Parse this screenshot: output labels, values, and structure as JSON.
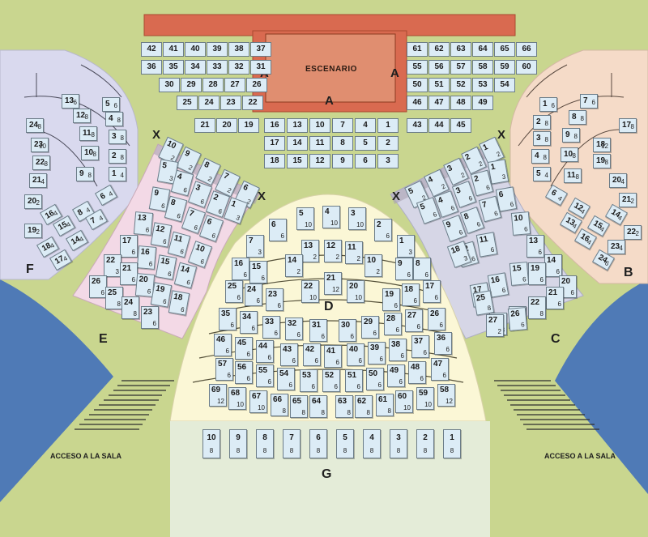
{
  "stage": {
    "title": "ESCENARIO",
    "aisle_marks": [
      "A",
      "A",
      "A"
    ]
  },
  "entrances": {
    "left": "ACCESO A LA SALA",
    "right": "ACCESO A LA SALA"
  },
  "labels": {
    "B": "B",
    "C": "C",
    "D": "D",
    "E": "E",
    "F": "F",
    "G": "G"
  },
  "x_mark": "X",
  "stage_rows": {
    "left": [
      [
        "42",
        "41",
        "40",
        "39",
        "38",
        "37"
      ],
      [
        "36",
        "35",
        "34",
        "33",
        "32",
        "31"
      ],
      [
        "30",
        "29",
        "28",
        "27",
        "26"
      ],
      [
        "25",
        "24",
        "23",
        "22"
      ],
      [
        "21",
        "20",
        "19"
      ]
    ],
    "right": [
      [
        "61",
        "62",
        "63",
        "64",
        "65",
        "66"
      ],
      [
        "55",
        "56",
        "57",
        "58",
        "59",
        "60"
      ],
      [
        "50",
        "51",
        "52",
        "53",
        "54"
      ],
      [
        "46",
        "47",
        "48",
        "49"
      ],
      [
        "43",
        "44",
        "45"
      ]
    ],
    "front": [
      [
        "16",
        "13",
        "10",
        "7",
        "4",
        "1"
      ],
      [
        "17",
        "14",
        "11",
        "8",
        "5",
        "2"
      ],
      [
        "18",
        "15",
        "12",
        "9",
        "6",
        "3"
      ]
    ]
  },
  "sections": {
    "F": [
      {
        "n": "13",
        "s": "6"
      },
      {
        "n": "5",
        "s": "6"
      },
      {
        "n": "12",
        "s": "8"
      },
      {
        "n": "4",
        "s": "8"
      },
      {
        "n": "24",
        "s": "8"
      },
      {
        "n": "11",
        "s": "8"
      },
      {
        "n": "3",
        "s": "8"
      },
      {
        "n": "23",
        "s": "10"
      },
      {
        "n": "10",
        "s": "8"
      },
      {
        "n": "2",
        "s": "8"
      },
      {
        "n": "22",
        "s": "8"
      },
      {
        "n": "9",
        "s": "8"
      },
      {
        "n": "1",
        "s": "4"
      },
      {
        "n": "21",
        "s": "4"
      },
      {
        "n": "6",
        "s": "4"
      },
      {
        "n": "20",
        "s": "2"
      },
      {
        "n": "16",
        "s": "4"
      },
      {
        "n": "8",
        "s": "4"
      },
      {
        "n": "19",
        "s": "2"
      },
      {
        "n": "15",
        "s": "4"
      },
      {
        "n": "7",
        "s": "4"
      },
      {
        "n": "14",
        "s": "4"
      },
      {
        "n": "18",
        "s": "4"
      },
      {
        "n": "17",
        "s": "4"
      }
    ],
    "E": [
      {
        "n": "10",
        "s": "2"
      },
      {
        "n": "9",
        "s": "2"
      },
      {
        "n": "8",
        "s": "2"
      },
      {
        "n": "7",
        "s": "2"
      },
      {
        "n": "6",
        "s": "2"
      },
      {
        "n": "5",
        "s": "3"
      },
      {
        "n": "4",
        "s": "6"
      },
      {
        "n": "3",
        "s": "6"
      },
      {
        "n": "2",
        "s": "6"
      },
      {
        "n": "1",
        "s": "3"
      },
      {
        "n": "9",
        "s": "6"
      },
      {
        "n": "8",
        "s": "6"
      },
      {
        "n": "7",
        "s": "6"
      },
      {
        "n": "6",
        "s": "6"
      },
      {
        "n": "13",
        "s": "6"
      },
      {
        "n": "12",
        "s": "6"
      },
      {
        "n": "11",
        "s": "6"
      },
      {
        "n": "10",
        "s": "6"
      },
      {
        "n": "17",
        "s": "6"
      },
      {
        "n": "16",
        "s": "6"
      },
      {
        "n": "15",
        "s": "6"
      },
      {
        "n": "14",
        "s": "6"
      },
      {
        "n": "22",
        "s": "3"
      },
      {
        "n": "21",
        "s": "6"
      },
      {
        "n": "20",
        "s": "6"
      },
      {
        "n": "19",
        "s": "6"
      },
      {
        "n": "18",
        "s": "6"
      },
      {
        "n": "26",
        "s": "6"
      },
      {
        "n": "25",
        "s": "8"
      },
      {
        "n": "24",
        "s": "8"
      },
      {
        "n": "23",
        "s": "6"
      }
    ],
    "C": [
      {
        "n": "1",
        "s": "2"
      },
      {
        "n": "2",
        "s": "2"
      },
      {
        "n": "3",
        "s": "2"
      },
      {
        "n": "4",
        "s": "2"
      },
      {
        "n": "5",
        "s": "2"
      },
      {
        "n": "1",
        "s": "3"
      },
      {
        "n": "2",
        "s": "6"
      },
      {
        "n": "3",
        "s": "6"
      },
      {
        "n": "4",
        "s": "6"
      },
      {
        "n": "5",
        "s": "6"
      },
      {
        "n": "6",
        "s": "6"
      },
      {
        "n": "7",
        "s": "6"
      },
      {
        "n": "8",
        "s": "6"
      },
      {
        "n": "9",
        "s": "6"
      },
      {
        "n": "10",
        "s": "6"
      },
      {
        "n": "11",
        "s": "6"
      },
      {
        "n": "12",
        "s": "6"
      },
      {
        "n": "13",
        "s": "6"
      },
      {
        "n": "14",
        "s": "6"
      },
      {
        "n": "15",
        "s": "6"
      },
      {
        "n": "16",
        "s": "6"
      },
      {
        "n": "17",
        "s": "6"
      },
      {
        "n": "18",
        "s": "3"
      },
      {
        "n": "19",
        "s": "6"
      },
      {
        "n": "20",
        "s": "6"
      },
      {
        "n": "21",
        "s": "6"
      },
      {
        "n": "22",
        "s": "8"
      },
      {
        "n": "23",
        "s": "4"
      },
      {
        "n": "24",
        "s": "8"
      },
      {
        "n": "25",
        "s": "8"
      },
      {
        "n": "26",
        "s": "6"
      },
      {
        "n": "27",
        "s": "2"
      }
    ],
    "B": [
      {
        "n": "1",
        "s": "6"
      },
      {
        "n": "7",
        "s": "6"
      },
      {
        "n": "2",
        "s": "8"
      },
      {
        "n": "8",
        "s": "8"
      },
      {
        "n": "17",
        "s": "8"
      },
      {
        "n": "3",
        "s": "8"
      },
      {
        "n": "9",
        "s": "8"
      },
      {
        "n": "18",
        "s": "12"
      },
      {
        "n": "4",
        "s": "8"
      },
      {
        "n": "10",
        "s": "8"
      },
      {
        "n": "19",
        "s": "8"
      },
      {
        "n": "5",
        "s": "4"
      },
      {
        "n": "11",
        "s": "8"
      },
      {
        "n": "20",
        "s": "4"
      },
      {
        "n": "6",
        "s": "4"
      },
      {
        "n": "21",
        "s": "2"
      },
      {
        "n": "12",
        "s": "4"
      },
      {
        "n": "13",
        "s": "4"
      },
      {
        "n": "14",
        "s": "4"
      },
      {
        "n": "15",
        "s": "4"
      },
      {
        "n": "22",
        "s": "2"
      },
      {
        "n": "16",
        "s": "4"
      },
      {
        "n": "23",
        "s": "4"
      },
      {
        "n": "24",
        "s": "6"
      }
    ],
    "D": [
      {
        "n": "6",
        "s": "6"
      },
      {
        "n": "5",
        "s": "10"
      },
      {
        "n": "4",
        "s": "10"
      },
      {
        "n": "3",
        "s": "10"
      },
      {
        "n": "2",
        "s": "6"
      },
      {
        "n": "7",
        "s": "3"
      },
      {
        "n": "1",
        "s": "3"
      },
      {
        "n": "13",
        "s": "2"
      },
      {
        "n": "12",
        "s": "2"
      },
      {
        "n": "11",
        "s": "2"
      },
      {
        "n": "14",
        "s": "2"
      },
      {
        "n": "10",
        "s": "2"
      },
      {
        "n": "16",
        "s": "6"
      },
      {
        "n": "15",
        "s": "6"
      },
      {
        "n": "9",
        "s": "6"
      },
      {
        "n": "8",
        "s": "6"
      },
      {
        "n": "21",
        "s": "12"
      },
      {
        "n": "22",
        "s": "10"
      },
      {
        "n": "20",
        "s": "10"
      },
      {
        "n": "25",
        "s": "6"
      },
      {
        "n": "24",
        "s": "6"
      },
      {
        "n": "23",
        "s": "6"
      },
      {
        "n": "19",
        "s": "6"
      },
      {
        "n": "18",
        "s": "6"
      },
      {
        "n": "17",
        "s": "6"
      },
      {
        "n": "35",
        "s": "6"
      },
      {
        "n": "34",
        "s": "6"
      },
      {
        "n": "33",
        "s": "6"
      },
      {
        "n": "32",
        "s": "6"
      },
      {
        "n": "31",
        "s": "6"
      },
      {
        "n": "30",
        "s": "6"
      },
      {
        "n": "29",
        "s": "6"
      },
      {
        "n": "28",
        "s": "6"
      },
      {
        "n": "27",
        "s": "6"
      },
      {
        "n": "26",
        "s": "6"
      },
      {
        "n": "46",
        "s": "6"
      },
      {
        "n": "45",
        "s": "6"
      },
      {
        "n": "44",
        "s": "6"
      },
      {
        "n": "43",
        "s": "6"
      },
      {
        "n": "42",
        "s": "6"
      },
      {
        "n": "41",
        "s": "6"
      },
      {
        "n": "40",
        "s": "6"
      },
      {
        "n": "39",
        "s": "6"
      },
      {
        "n": "38",
        "s": "6"
      },
      {
        "n": "37",
        "s": "6"
      },
      {
        "n": "36",
        "s": "6"
      },
      {
        "n": "57",
        "s": "6"
      },
      {
        "n": "56",
        "s": "6"
      },
      {
        "n": "55",
        "s": "6"
      },
      {
        "n": "54",
        "s": "6"
      },
      {
        "n": "53",
        "s": "6"
      },
      {
        "n": "52",
        "s": "6"
      },
      {
        "n": "51",
        "s": "6"
      },
      {
        "n": "50",
        "s": "6"
      },
      {
        "n": "49",
        "s": "6"
      },
      {
        "n": "48",
        "s": "6"
      },
      {
        "n": "47",
        "s": "6"
      },
      {
        "n": "69",
        "s": "12"
      },
      {
        "n": "68",
        "s": "10"
      },
      {
        "n": "67",
        "s": "10"
      },
      {
        "n": "66",
        "s": "8"
      },
      {
        "n": "65",
        "s": "8"
      },
      {
        "n": "64",
        "s": "8"
      },
      {
        "n": "63",
        "s": "8"
      },
      {
        "n": "62",
        "s": "8"
      },
      {
        "n": "61",
        "s": "8"
      },
      {
        "n": "60",
        "s": "10"
      },
      {
        "n": "59",
        "s": "10"
      },
      {
        "n": "58",
        "s": "12"
      }
    ],
    "G": [
      {
        "n": "10",
        "s": "8"
      },
      {
        "n": "9",
        "s": "8"
      },
      {
        "n": "8",
        "s": "8"
      },
      {
        "n": "7",
        "s": "8"
      },
      {
        "n": "6",
        "s": "8"
      },
      {
        "n": "5",
        "s": "8"
      },
      {
        "n": "4",
        "s": "8"
      },
      {
        "n": "3",
        "s": "8"
      },
      {
        "n": "2",
        "s": "8"
      },
      {
        "n": "1",
        "s": "8"
      }
    ]
  },
  "colors": {
    "background": "#c9d68f",
    "stage": "#d96a50",
    "stage_inner": "#e08e70",
    "section_B": "#f5dbc8",
    "section_C": "#d6d6e6",
    "section_D": "#fbf7d6",
    "section_E": "#f3d9e6",
    "section_F": "#d9d9ee",
    "section_G": "#e4ecd8",
    "water": "#4f7ab6",
    "seat": "#dcecf6"
  }
}
